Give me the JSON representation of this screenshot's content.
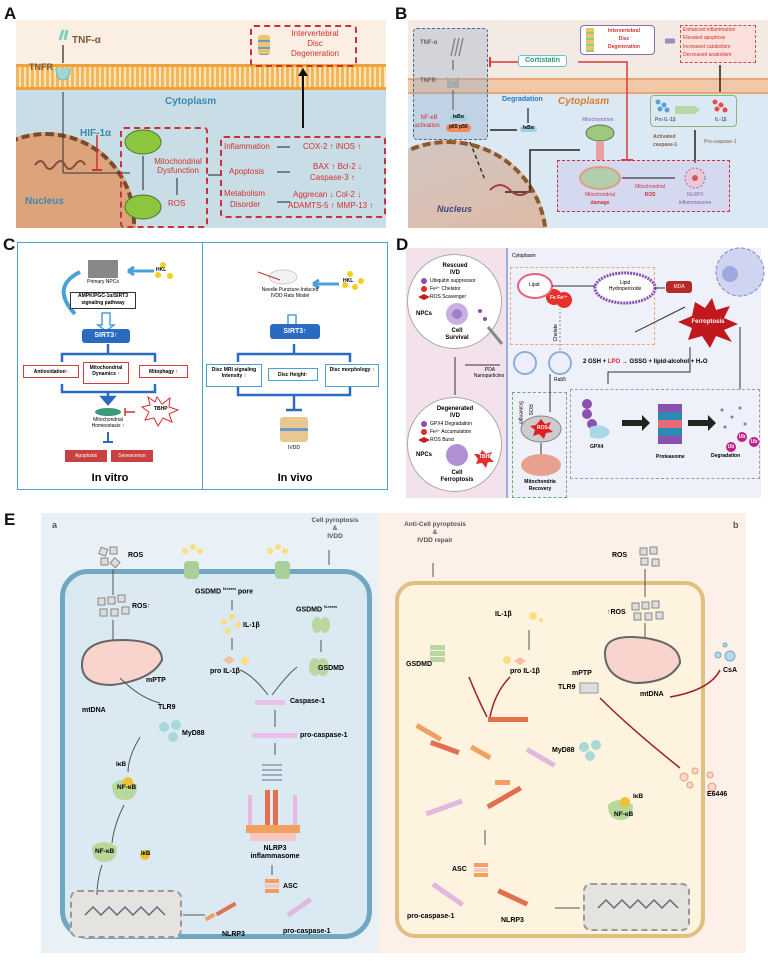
{
  "panelA": {
    "label": "A",
    "tnf": "TNF-α",
    "tnfr": "TNFR",
    "cytoplasm": "Cytoplasm",
    "hif": "HIF-1α",
    "nucleus": "Nucleus",
    "mito_dysfunction": "Mitochondrial Dysfunction",
    "ros": "ROS",
    "ivd": [
      "Intervertebral",
      "Disc",
      "Degeneration"
    ],
    "outcomes": [
      {
        "left": "Inflammation",
        "right": "COX-2 ↑  iNOS ↑"
      },
      {
        "left": "Apoptosis",
        "right": "BAX ↑  Bcl-2 ↓",
        "right2": "Caspase-3 ↑"
      },
      {
        "left": "Metabolism",
        "left2": "Disorder",
        "right": "Aggrecan ↓  Col-2 ↓",
        "right2": "ADAMTS-5 ↑  MMP-13 ↑"
      }
    ],
    "colors": {
      "extracellular": "#fbeee2",
      "cytoplasm": "#c9dde6",
      "nucleus": "#d9a27a",
      "dash": "#c8323c"
    }
  },
  "panelB": {
    "label": "B",
    "tnf": "TNF-α",
    "tnfr": "TNFR",
    "nfkb": [
      "NF-κB",
      "activation"
    ],
    "ikba": "IκBα",
    "p65": "p65",
    "p50": "p50",
    "cortistatin": "Cortistatin",
    "ivd": [
      "Intervertebral",
      "Disc",
      "Degeneration"
    ],
    "effects": [
      "Enhanced inflammation",
      "Elevated apoptosis",
      "Increased catabolism",
      "Decreased anabolism"
    ],
    "degradation": "Degradation",
    "cytoplasm": "Cytoplasm",
    "pro_il": "Pro IL-1β",
    "il": "IL-1β",
    "mitochondrion": "Mitochondrion",
    "activated_casp": [
      "Activated",
      "caspase-1"
    ],
    "pro_casp": "Pro-caspase-1",
    "mito_damage": [
      "Mitochondrial",
      "damage"
    ],
    "mito_ros": [
      "Mitochondrial",
      "ROS"
    ],
    "nlrp3": [
      "NLRP3",
      "inflammasome"
    ],
    "nucleus": "Nucleus"
  },
  "panelC": {
    "label": "C",
    "vitro": {
      "cells": "Primary NPCs",
      "hkl": "HKL",
      "pathway": [
        "AMPK/PGC-1α/SIRT3",
        "signaling pathway"
      ],
      "sirt3": "SIRT3↑",
      "effects": [
        "Antioxidation↑",
        "Mitochondrial Dynamics ↑",
        "Mitophagy ↑"
      ],
      "homeostasis": [
        "Mitochondrial",
        "Homeostasis ↑"
      ],
      "tbhp": "TBHP",
      "outcomes": [
        "Apoptosis",
        "Senescence"
      ],
      "title": "In vitro"
    },
    "vivo": {
      "model": [
        "Needle Puncture-Induced",
        "IVDD Rats Model"
      ],
      "hkl": "HKL",
      "sirt3": "SIRT3↑",
      "effects": [
        "Disc MRI signaling Intensity ↑",
        "Disc Height↑",
        "Disc morphology ↑"
      ],
      "ivdd": "IVDD",
      "title": "In vivo"
    }
  },
  "panelD": {
    "label": "D",
    "rescued": {
      "title": [
        "Rescued",
        "IVD"
      ],
      "legend": [
        "Ubiquitin suppressor",
        "Fe²⁺ Chelator",
        "ROS Scavenger"
      ],
      "npcs": "NPCs",
      "fate": [
        "Cell",
        "Survival"
      ]
    },
    "degenerated": {
      "title": [
        "Degenerated",
        "IVD"
      ],
      "legend": [
        "GPX4 Degradation",
        "Fe²⁺ Accumulation",
        "ROS Burst"
      ],
      "npcs": "NPCs",
      "fate": [
        "Cell",
        "Ferroptosis"
      ]
    },
    "pda": [
      "PDA",
      "Nanoparticles"
    ],
    "cytoplasm": "Cytoplasm",
    "lipid": "Lipid",
    "lipid_hp": [
      "Lipid",
      "Hydroperoxide"
    ],
    "mda": "MDA",
    "ferroptosis": "Ferroptosis",
    "fe": "Fe Fe²⁺",
    "chelate": "Chelate",
    "rab5": "Rab5",
    "equation_pre": "2 GSH + ",
    "equation_lpo": "LPO",
    "equation_post": " → GSSG + lipid-alcohol + H₂O",
    "ros_scavenger": [
      "ROS",
      "Scavenger"
    ],
    "ros": "ROS",
    "tbhp": "TBHP",
    "gpx4": "GPX4",
    "proteasome": "Proteasome",
    "degradation": "Degradation",
    "ub": "Ub",
    "mito_recovery": [
      "Mitochondria",
      "Recovery"
    ]
  },
  "panelE": {
    "label": "E",
    "a": {
      "label": "a",
      "outcome": [
        "Cell pyroptosis",
        "&",
        "IVDD"
      ],
      "ros": "ROS",
      "ros_up": "ROS",
      "gsdmd_pore": "GSDMD",
      "nterm": "N-term",
      "pore": "pore",
      "gsdmd_nterm": "GSDMD",
      "il": "IL-1β",
      "pro_il": "pro IL-1β",
      "gsdmd": "GSDMD",
      "mptp": "mPTP",
      "mtdna": "mtDNA",
      "tlr9": "TLR9",
      "myd88": "MyD88",
      "caspase": "Caspase-1",
      "pro_casp": "pro-caspase-1",
      "ikb": "IκB",
      "nfkb": "NF-κB",
      "ikb2": "IκB",
      "nfkb2": "NF-κB",
      "nlrp3_inflam": [
        "NLRP3",
        "inflammasome"
      ],
      "asc": "ASC",
      "nlrp3": "NLRP3",
      "pro_casp2": "pro-caspase-1"
    },
    "b": {
      "label": "b",
      "outcome": [
        "Anti-Cell pyroptosis",
        "&",
        "IVDD repair"
      ],
      "ros": "ROS",
      "ros_up": "ROS",
      "il": "IL-1β",
      "gsdmd": "GSDMD",
      "pro_il": "pro IL-1β",
      "mptp": "mPTP",
      "csa": "CsA",
      "tlr9": "TLR9",
      "mtdna": "mtDNA",
      "myd88": "MyD88",
      "e6446": "E6446",
      "ikb": "IκB",
      "nfkb": "NF-κB",
      "asc": "ASC",
      "pro_casp": "pro-caspase-1",
      "nlrp3": "NLRP3"
    }
  }
}
